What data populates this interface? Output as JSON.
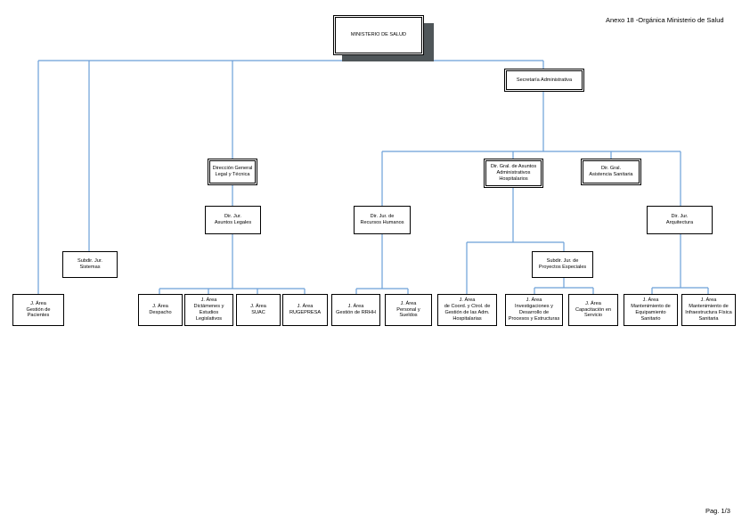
{
  "header": {
    "title": "Anexo 18 -Orgánica Ministerio de Salud",
    "page": "Pag. 1/3"
  },
  "colors": {
    "connector": "#6b9fd8",
    "border": "#000000",
    "shadow": "#4f5659"
  },
  "nodes": {
    "ministerio": "MINISTERIO DE SALUD",
    "secretaria": "Secretaría Administrativa",
    "direccion_general": "Dirección General\nLegal y Técnica",
    "dir_gral_asuntos": "Dir. Gral. de Asuntos\nAdministrativos\nHospitalarios",
    "dir_gral_asistencia": "Dir. Gral.\nAsistencia Sanitaria",
    "dir_asuntos_legales": "Dir. Jur.\nAsuntos Legales",
    "dir_rrhh": "Dir. Jur. de\nRecursos Humanos",
    "dir_arquitectura": "Dir.  Jur.\nArquitectura",
    "subdir_sistemas": "Subdir. Jur.\nSistemas",
    "subdir_proyectos": "Subdir. Jur. de\nProyectos Especiales",
    "area_pacientes": "J. Área\nGestión de\nPacientes",
    "area_despacho": "J. Área\nDespacho",
    "area_dictamenes": "J. Área\nDictámenes y\nEstudios\nLegislativos",
    "area_suac": "J. Área\nSUAC",
    "area_rugepresa": "J. Área\nRUGEPRESA",
    "area_gestion_rrhh": "J. Área\nGestión de RRHH",
    "area_personal": "J. Área\nPersonal y\nSueldos",
    "area_coord": "J. Área\nde Coord. y Ctrol. de\nGestión de las Adm.\nHospitalarias",
    "area_investigaciones": "J. Área\nInvestigaciones y\nDesarrollo de\nProcesos y Estructuras",
    "area_capacitacion": "J. Área\nCapacitación en\nServicio",
    "area_mant_equip": "J. Área\nMantenimiento de\nEquipamiento\nSanitario",
    "area_mant_infra": "J. Área\nMantenimiento de\nInfraestructura Física\nSanitaria"
  }
}
